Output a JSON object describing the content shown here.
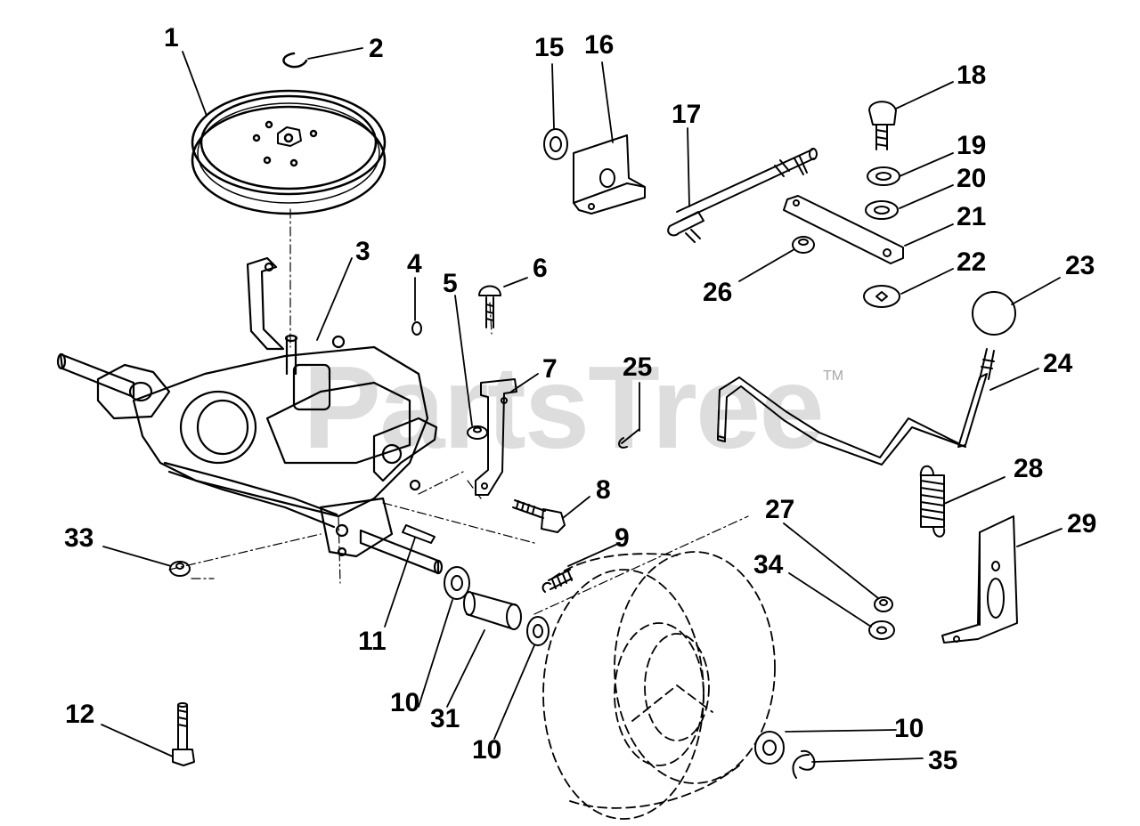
{
  "diagram": {
    "watermark": "PartsTree",
    "watermark_tm": "TM",
    "callouts": [
      {
        "id": "c1",
        "text": "1"
      },
      {
        "id": "c2",
        "text": "2"
      },
      {
        "id": "c3",
        "text": "3"
      },
      {
        "id": "c4",
        "text": "4"
      },
      {
        "id": "c5",
        "text": "5"
      },
      {
        "id": "c6",
        "text": "6"
      },
      {
        "id": "c7",
        "text": "7"
      },
      {
        "id": "c8",
        "text": "8"
      },
      {
        "id": "c9",
        "text": "9"
      },
      {
        "id": "c10a",
        "text": "10"
      },
      {
        "id": "c10b",
        "text": "10"
      },
      {
        "id": "c10c",
        "text": "10"
      },
      {
        "id": "c11",
        "text": "11"
      },
      {
        "id": "c12",
        "text": "12"
      },
      {
        "id": "c15",
        "text": "15"
      },
      {
        "id": "c16",
        "text": "16"
      },
      {
        "id": "c17",
        "text": "17"
      },
      {
        "id": "c18",
        "text": "18"
      },
      {
        "id": "c19",
        "text": "19"
      },
      {
        "id": "c20",
        "text": "20"
      },
      {
        "id": "c21",
        "text": "21"
      },
      {
        "id": "c22",
        "text": "22"
      },
      {
        "id": "c23",
        "text": "23"
      },
      {
        "id": "c24",
        "text": "24"
      },
      {
        "id": "c25",
        "text": "25"
      },
      {
        "id": "c26",
        "text": "26"
      },
      {
        "id": "c27",
        "text": "27"
      },
      {
        "id": "c28",
        "text": "28"
      },
      {
        "id": "c29",
        "text": "29"
      },
      {
        "id": "c31",
        "text": "31"
      },
      {
        "id": "c33",
        "text": "33"
      },
      {
        "id": "c34",
        "text": "34"
      },
      {
        "id": "c35",
        "text": "35"
      }
    ]
  }
}
